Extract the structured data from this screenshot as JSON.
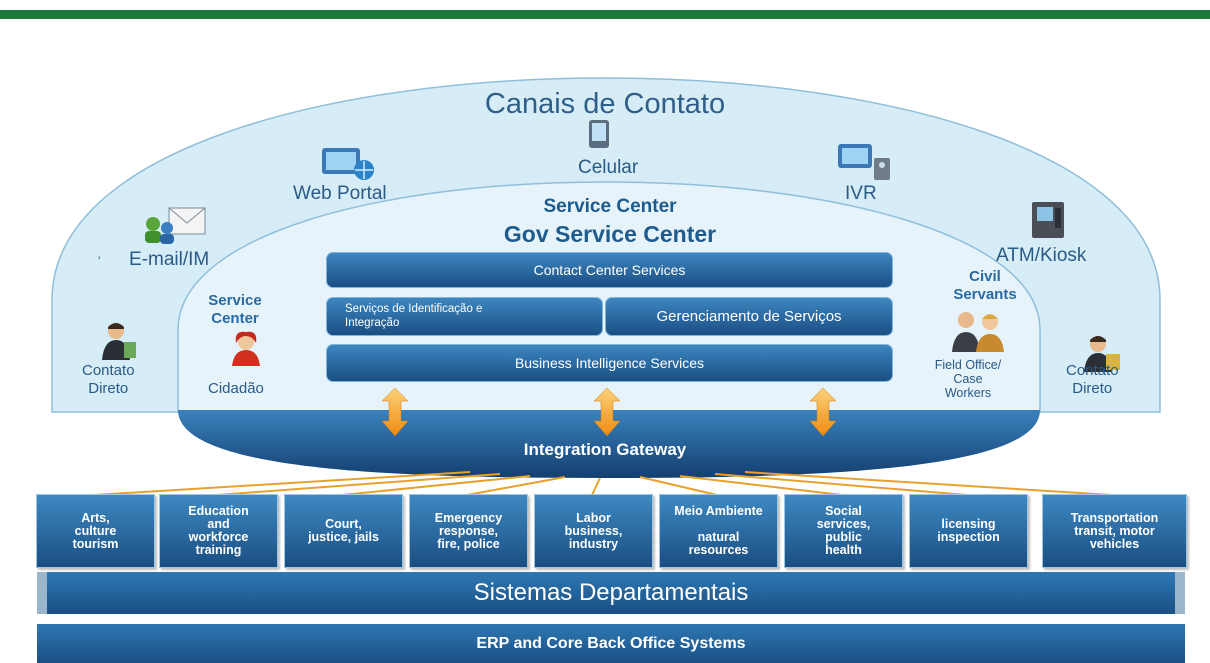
{
  "title": "Canais de Contato",
  "channels": {
    "celular": "Celular",
    "web_portal": "Web Portal",
    "ivr": "IVR",
    "email": "E-mail/IM",
    "atm": "ATM/Kiosk",
    "contato_left": "Contato\nDireto",
    "contato_right": "Contato\nDireto"
  },
  "service_center": {
    "line1": "Service Center",
    "line2": "Gov Service Center",
    "left_label": "Service\nCenter",
    "cidadao": "Cidadão",
    "civil": "Civil\nServants",
    "field": "Field Office/\nCase\nWorkers"
  },
  "services": {
    "contact": "Contact Center Services",
    "identificacao": "Serviços de Identificação e\nIntegração",
    "gerenciamento": "Gerenciamento de Serviços",
    "bi": "Business Intelligence Services"
  },
  "gateway": "Integration Gateway",
  "departments": [
    "Arts,\nculture\ntourism",
    "Education\nand\nworkforce\ntraining",
    "Court,\njustice, jails",
    "Emergency\nresponse,\nfire, police",
    "Labor\nbusiness,\nindustry",
    "Meio Ambiente\n\nnatural\nresources",
    "Social\nservices,\npublic\nhealth",
    "licensing\ninspection",
    "Transportation\ntransit, motor\nvehicles"
  ],
  "sistemas": "Sistemas Departamentais",
  "erp": "ERP and Core Back Office Systems",
  "colors": {
    "top_bar": "#1d7a3c",
    "band_dark": "#1b4f84",
    "band_light": "#3d86c0",
    "arrow": "#f5a623"
  }
}
